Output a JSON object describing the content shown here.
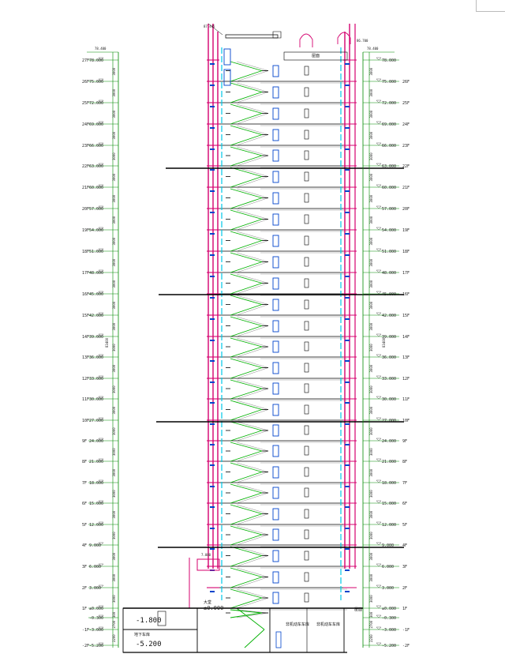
{
  "roof_labels": {
    "top_left": "87.445",
    "top_right": "86.700",
    "left_side": "78.400",
    "right_side": "78.400",
    "machine_room": "屋面"
  },
  "levels_left": [
    {
      "floor": "27F",
      "elev": "78.000",
      "dim": "2900"
    },
    {
      "floor": "26F",
      "elev": "75.000",
      "dim": "3000"
    },
    {
      "floor": "25F",
      "elev": "72.000",
      "dim": "3000"
    },
    {
      "floor": "24F",
      "elev": "69.000",
      "dim": "3000"
    },
    {
      "floor": "23F",
      "elev": "66.000",
      "dim": "3000"
    },
    {
      "floor": "22F",
      "elev": "63.000",
      "dim": "3000"
    },
    {
      "floor": "21F",
      "elev": "60.000",
      "dim": "3000"
    },
    {
      "floor": "20F",
      "elev": "57.000",
      "dim": "3000"
    },
    {
      "floor": "19F",
      "elev": "54.000",
      "dim": "3000"
    },
    {
      "floor": "18F",
      "elev": "51.000",
      "dim": "3000"
    },
    {
      "floor": "17F",
      "elev": "48.000",
      "dim": "3000"
    },
    {
      "floor": "16F",
      "elev": "45.000",
      "dim": "3000"
    },
    {
      "floor": "15F",
      "elev": "42.000",
      "dim": "3000"
    },
    {
      "floor": "14F",
      "elev": "39.000",
      "dim": "3000"
    },
    {
      "floor": "13F",
      "elev": "36.000",
      "dim": "3000"
    },
    {
      "floor": "12F",
      "elev": "33.000",
      "dim": "3000"
    },
    {
      "floor": "11F",
      "elev": "30.000",
      "dim": "3000"
    },
    {
      "floor": "10F",
      "elev": "27.000",
      "dim": "3000"
    },
    {
      "floor": "9F",
      "elev": "24.000",
      "dim": "3000"
    },
    {
      "floor": "8F",
      "elev": "21.000",
      "dim": "3000"
    },
    {
      "floor": "7F",
      "elev": "18.000",
      "dim": "3000"
    },
    {
      "floor": "6F",
      "elev": "15.000",
      "dim": "3000"
    },
    {
      "floor": "5F",
      "elev": "12.000",
      "dim": "3000"
    },
    {
      "floor": "4F",
      "elev": "9.000",
      "dim": "3000"
    },
    {
      "floor": "3F",
      "elev": "6.000",
      "dim": "3000"
    },
    {
      "floor": "2F",
      "elev": "3.000",
      "dim": "3000"
    },
    {
      "floor": "1F",
      "elev": "±0.000",
      "dim": "3000"
    },
    {
      "floor": "",
      "elev": "-0.300",
      "dim": "300"
    },
    {
      "floor": "-1F",
      "elev": "-3.000",
      "dim": "2700"
    },
    {
      "floor": "-2F",
      "elev": "-5.200",
      "dim": "2200"
    }
  ],
  "levels_right": [
    {
      "floor": "",
      "elev": "78.000"
    },
    {
      "floor": "26F",
      "elev": "75.000"
    },
    {
      "floor": "25F",
      "elev": "72.000"
    },
    {
      "floor": "24F",
      "elev": "69.000"
    },
    {
      "floor": "23F",
      "elev": "66.000"
    },
    {
      "floor": "22F",
      "elev": "63.000"
    },
    {
      "floor": "21F",
      "elev": "60.000"
    },
    {
      "floor": "20F",
      "elev": "57.000"
    },
    {
      "floor": "19F",
      "elev": "54.000"
    },
    {
      "floor": "18F",
      "elev": "51.000"
    },
    {
      "floor": "17F",
      "elev": "48.000"
    },
    {
      "floor": "16F",
      "elev": "45.000"
    },
    {
      "floor": "15F",
      "elev": "42.000"
    },
    {
      "floor": "14F",
      "elev": "39.000"
    },
    {
      "floor": "13F",
      "elev": "36.000"
    },
    {
      "floor": "12F",
      "elev": "33.000"
    },
    {
      "floor": "11F",
      "elev": "30.000"
    },
    {
      "floor": "10F",
      "elev": "27.000"
    },
    {
      "floor": "9F",
      "elev": "24.000"
    },
    {
      "floor": "8F",
      "elev": "21.000"
    },
    {
      "floor": "7F",
      "elev": "18.000"
    },
    {
      "floor": "6F",
      "elev": "15.000"
    },
    {
      "floor": "5F",
      "elev": "12.000"
    },
    {
      "floor": "4F",
      "elev": "9.000"
    },
    {
      "floor": "3F",
      "elev": "6.000"
    },
    {
      "floor": "2F",
      "elev": "3.000"
    },
    {
      "floor": "1F",
      "elev": "±0.000"
    },
    {
      "floor": "",
      "elev": "-0.300"
    },
    {
      "floor": "-1F",
      "elev": "-3.000"
    },
    {
      "floor": "-2F",
      "elev": "-5.200"
    }
  ],
  "total_dim_left": "83400",
  "total_dim_right": "83400",
  "canopy_elev": "7.080",
  "lobby": {
    "label": "大堂",
    "elev": "±0.000"
  },
  "basement": {
    "ramp_elev": "-1.800",
    "garage_label": "地下车库",
    "garage_elev": "-5.200"
  },
  "room_labels": {
    "left": "非机动车车库",
    "right": "非机动车车库",
    "side": "屋面"
  },
  "colors": {
    "structure": "#d4006e",
    "stair": "#00b000",
    "glass": "#00c8e8",
    "window": "#0044cc",
    "ink": "#000000",
    "dim": "#008a00",
    "elev": "#333333"
  }
}
